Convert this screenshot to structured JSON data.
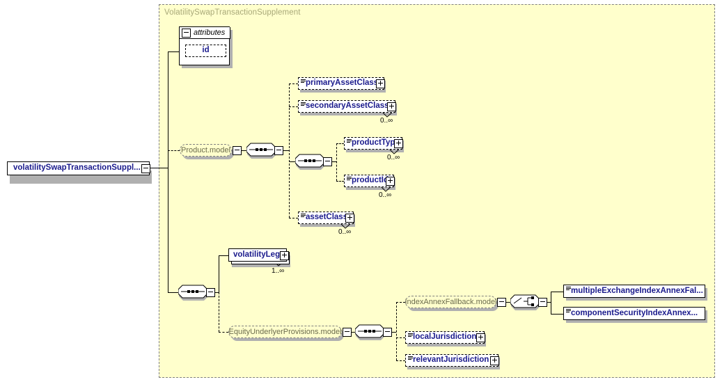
{
  "diagram": {
    "type": "xsd-schema-tree",
    "root": {
      "label": "volatilitySwapTransactionSuppl...",
      "expander": "minus",
      "style": "solid"
    },
    "group": {
      "title": "VolatilitySwapTransactionSupplement",
      "background": "#ffffcc",
      "border": "#808080"
    },
    "attributes": {
      "header_label": "attributes",
      "expander": "minus",
      "items": [
        {
          "label": "id",
          "style": "dashed"
        }
      ]
    },
    "nodes": {
      "product_model": {
        "label": "Product.model",
        "expander": "minus",
        "kind": "model-group"
      },
      "product_model_sequence": {
        "kind": "sequence",
        "expander": "minus"
      },
      "inner_sequence": {
        "kind": "sequence",
        "expander": "minus"
      },
      "root_sequence": {
        "kind": "sequence",
        "expander": "minus"
      },
      "equity_model": {
        "label": "EquityUnderlyerProvisions.model",
        "expander": "minus",
        "kind": "model-group"
      },
      "equity_sequence": {
        "kind": "sequence",
        "expander": "minus"
      },
      "index_annex_model": {
        "label": "IndexAnnexFallback.model",
        "expander": "minus",
        "kind": "model-group"
      },
      "index_annex_choice": {
        "kind": "choice",
        "expander": "minus"
      }
    },
    "elements": [
      {
        "id": "primaryAssetClass",
        "label": "primaryAssetClass",
        "style": "dashed",
        "expander": "plus",
        "cardinality": ""
      },
      {
        "id": "secondaryAssetClass",
        "label": "secondaryAssetClass",
        "style": "dashed",
        "expander": "plus",
        "cardinality": "0..∞"
      },
      {
        "id": "productType",
        "label": "productType",
        "style": "dashed",
        "expander": "plus",
        "cardinality": "0..∞"
      },
      {
        "id": "productId",
        "label": "productId",
        "style": "dashed",
        "expander": "plus",
        "cardinality": "0..∞"
      },
      {
        "id": "assetClass",
        "label": "assetClass",
        "style": "dashed",
        "expander": "plus",
        "cardinality": "0..∞"
      },
      {
        "id": "volatilityLeg",
        "label": "volatilityLeg",
        "style": "solid",
        "expander": "plus",
        "cardinality": "1..∞"
      },
      {
        "id": "multipleExchangeIndexAnnexFallback",
        "label": "multipleExchangeIndexAnnexFal...",
        "style": "solid",
        "expander": "none",
        "cardinality": ""
      },
      {
        "id": "componentSecurityIndexAnnex",
        "label": "componentSecurityIndexAnnex...",
        "style": "solid",
        "expander": "none",
        "cardinality": ""
      },
      {
        "id": "localJurisdiction",
        "label": "localJurisdiction",
        "style": "dashed",
        "expander": "plus",
        "cardinality": ""
      },
      {
        "id": "relevantJurisdiction",
        "label": "relevantJurisdiction",
        "style": "dashed",
        "expander": "plus",
        "cardinality": ""
      }
    ],
    "colors": {
      "panel_fill": "#ffffcc",
      "panel_border": "#808080",
      "element_text": "#1a1a8c",
      "model_text": "#6b6b4d",
      "title_text": "#a8a878",
      "shadow": "#b0b0b0",
      "line": "#000000"
    }
  }
}
